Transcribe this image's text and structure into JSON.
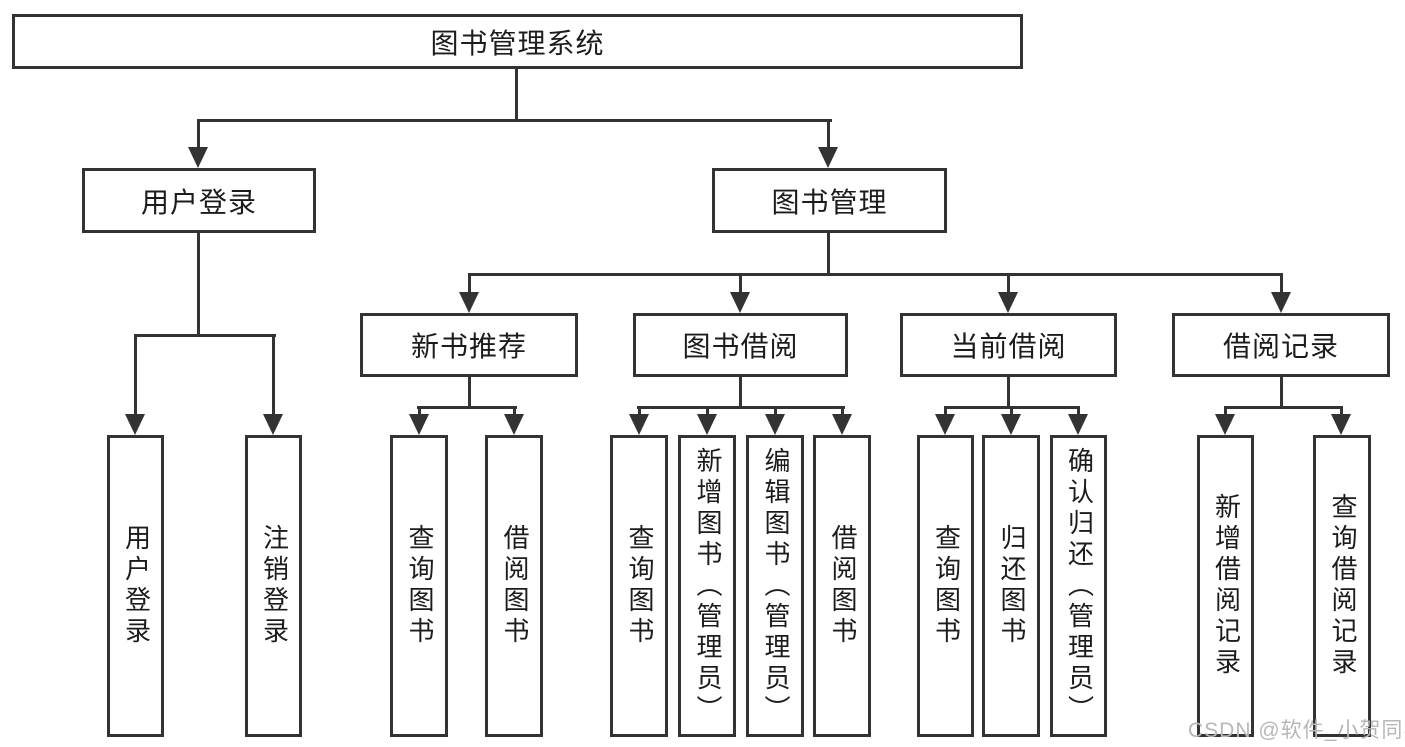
{
  "diagram_type": "function-structure-tree",
  "colors": {
    "line": "#333333",
    "box_border": "#333333",
    "text": "#1c1c1c",
    "background": "#ffffff",
    "watermark": "#b7b7b7"
  },
  "watermark": {
    "text": "CSDN @软件_小贺同学"
  },
  "tree": {
    "label": "图书管理系统",
    "children": [
      {
        "label": "用户登录",
        "children": [
          {
            "label": "用户登录"
          },
          {
            "label": "注销登录"
          }
        ]
      },
      {
        "label": "图书管理",
        "children": [
          {
            "label": "新书推荐",
            "children": [
              {
                "label": "查询图书"
              },
              {
                "label": "借阅图书"
              }
            ]
          },
          {
            "label": "图书借阅",
            "children": [
              {
                "label": "查询图书"
              },
              {
                "label": "新增图书（管理员）"
              },
              {
                "label": "编辑图书（管理员）"
              },
              {
                "label": "借阅图书"
              }
            ]
          },
          {
            "label": "当前借阅",
            "children": [
              {
                "label": "查询图书"
              },
              {
                "label": "归还图书"
              },
              {
                "label": "确认归还（管理员）"
              }
            ]
          },
          {
            "label": "借阅记录",
            "children": [
              {
                "label": "新增借阅记录"
              },
              {
                "label": "查询借阅记录"
              }
            ]
          }
        ]
      }
    ]
  }
}
